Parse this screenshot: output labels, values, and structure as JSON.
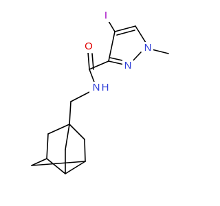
{
  "molecule": {
    "atoms": {
      "I": {
        "symbol": "I",
        "color": "#a100c2"
      },
      "O": {
        "symbol": "O",
        "color": "#e00000"
      },
      "N1": {
        "symbol": "N",
        "color": "#2f3fd8"
      },
      "N2": {
        "symbol": "N",
        "color": "#2f3fd8"
      },
      "NH": {
        "symbol": "N",
        "color": "#2f3fd8"
      },
      "NH_H": {
        "symbol": "H",
        "color": "#2f3fd8"
      }
    },
    "bond_color": "#000000"
  }
}
